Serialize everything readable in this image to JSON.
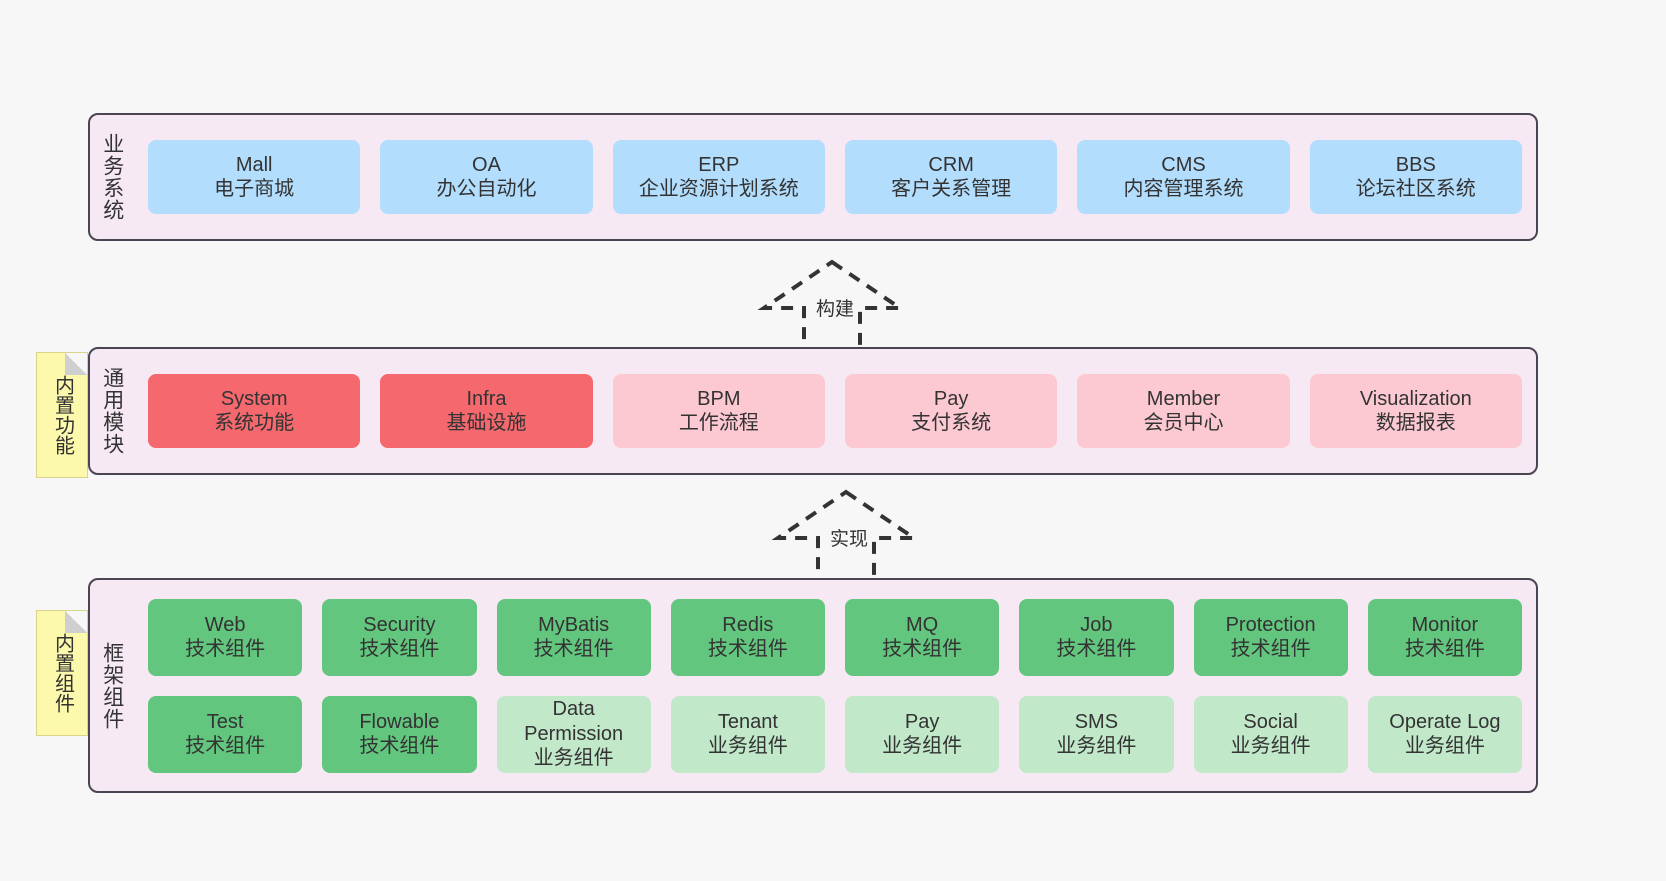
{
  "diagram": {
    "title": "ruoyi-vue-pro architecture layers",
    "colors": {
      "background": "#f7f7f7",
      "layer_fill": "#f7e9f4",
      "layer_border": "#4a4453",
      "blue": "#b3ddfd",
      "red": "#f4686e",
      "pink": "#fcc9d2",
      "green": "#63c67e",
      "light_green": "#c2e8ca",
      "sticky_yellow": "#fcf8ac"
    }
  },
  "layers": {
    "business": {
      "caption": "业务系统",
      "cards": [
        {
          "en": "Mall",
          "cn": "电子商城",
          "color": "blue"
        },
        {
          "en": "OA",
          "cn": "办公自动化",
          "color": "blue"
        },
        {
          "en": "ERP",
          "cn": "企业资源计划系统",
          "color": "blue"
        },
        {
          "en": "CRM",
          "cn": "客户关系管理",
          "color": "blue"
        },
        {
          "en": "CMS",
          "cn": "内容管理系统",
          "color": "blue"
        },
        {
          "en": "BBS",
          "cn": "论坛社区系统",
          "color": "blue"
        }
      ]
    },
    "common": {
      "caption": "通用模块",
      "sticky": "内置功能",
      "cards": [
        {
          "en": "System",
          "cn": "系统功能",
          "color": "red"
        },
        {
          "en": "Infra",
          "cn": "基础设施",
          "color": "red"
        },
        {
          "en": "BPM",
          "cn": "工作流程",
          "color": "pink"
        },
        {
          "en": "Pay",
          "cn": "支付系统",
          "color": "pink"
        },
        {
          "en": "Member",
          "cn": "会员中心",
          "color": "pink"
        },
        {
          "en": "Visualization",
          "cn": "数据报表",
          "color": "pink"
        }
      ]
    },
    "framework": {
      "caption": "框架组件",
      "sticky": "内置组件",
      "row1": [
        {
          "en": "Web",
          "cn": "技术组件",
          "color": "green"
        },
        {
          "en": "Security",
          "cn": "技术组件",
          "color": "green"
        },
        {
          "en": "MyBatis",
          "cn": "技术组件",
          "color": "green"
        },
        {
          "en": "Redis",
          "cn": "技术组件",
          "color": "green"
        },
        {
          "en": "MQ",
          "cn": "技术组件",
          "color": "green"
        },
        {
          "en": "Job",
          "cn": "技术组件",
          "color": "green"
        },
        {
          "en": "Protection",
          "cn": "技术组件",
          "color": "green"
        },
        {
          "en": "Monitor",
          "cn": "技术组件",
          "color": "green"
        }
      ],
      "row2": [
        {
          "en": "Test",
          "cn": "技术组件",
          "color": "green"
        },
        {
          "en": "Flowable",
          "cn": "技术组件",
          "color": "green"
        },
        {
          "en": "Data Permission",
          "cn": "业务组件",
          "color": "lightgreen"
        },
        {
          "en": "Tenant",
          "cn": "业务组件",
          "color": "lightgreen"
        },
        {
          "en": "Pay",
          "cn": "业务组件",
          "color": "lightgreen"
        },
        {
          "en": "SMS",
          "cn": "业务组件",
          "color": "lightgreen"
        },
        {
          "en": "Social",
          "cn": "业务组件",
          "color": "lightgreen"
        },
        {
          "en": "Operate Log",
          "cn": "业务组件",
          "color": "lightgreen"
        }
      ]
    }
  },
  "connectors": [
    {
      "id": "build",
      "label": "构建",
      "style": "dashed-hollow-triangle",
      "direction": "up"
    },
    {
      "id": "impl",
      "label": "实现",
      "style": "dashed-hollow-triangle",
      "direction": "up"
    }
  ]
}
